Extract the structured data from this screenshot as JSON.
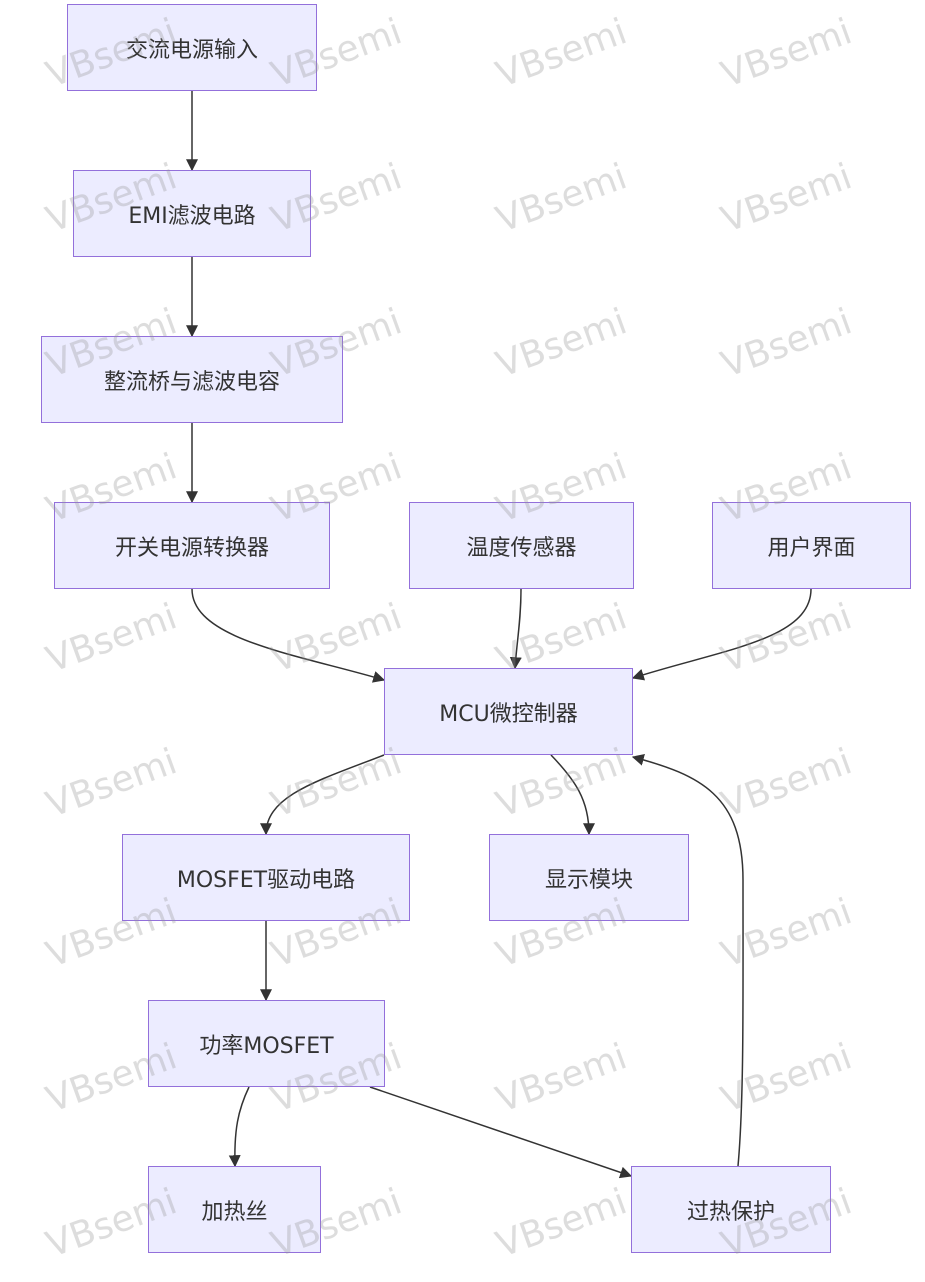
{
  "nodes": {
    "ac_input": "交流电源输入",
    "emi_filter": "EMI滤波电路",
    "rectifier": "整流桥与滤波电容",
    "smps": "开关电源转换器",
    "temp_sensor": "温度传感器",
    "user_interface": "用户界面",
    "mcu": "MCU微控制器",
    "mosfet_driver": "MOSFET驱动电路",
    "display": "显示模块",
    "power_mosfet": "功率MOSFET",
    "heater": "加热丝",
    "overheat": "过热保护"
  },
  "edges": [
    [
      "ac_input",
      "emi_filter"
    ],
    [
      "emi_filter",
      "rectifier"
    ],
    [
      "rectifier",
      "smps"
    ],
    [
      "smps",
      "mcu"
    ],
    [
      "temp_sensor",
      "mcu"
    ],
    [
      "user_interface",
      "mcu"
    ],
    [
      "mcu",
      "mosfet_driver"
    ],
    [
      "mcu",
      "display"
    ],
    [
      "mosfet_driver",
      "power_mosfet"
    ],
    [
      "power_mosfet",
      "heater"
    ],
    [
      "power_mosfet",
      "overheat"
    ],
    [
      "overheat",
      "mcu"
    ]
  ],
  "watermark": "VBsemi",
  "colors": {
    "node_fill": "#ececff",
    "node_border": "#9370db",
    "edge": "#333333",
    "text": "#333333"
  }
}
